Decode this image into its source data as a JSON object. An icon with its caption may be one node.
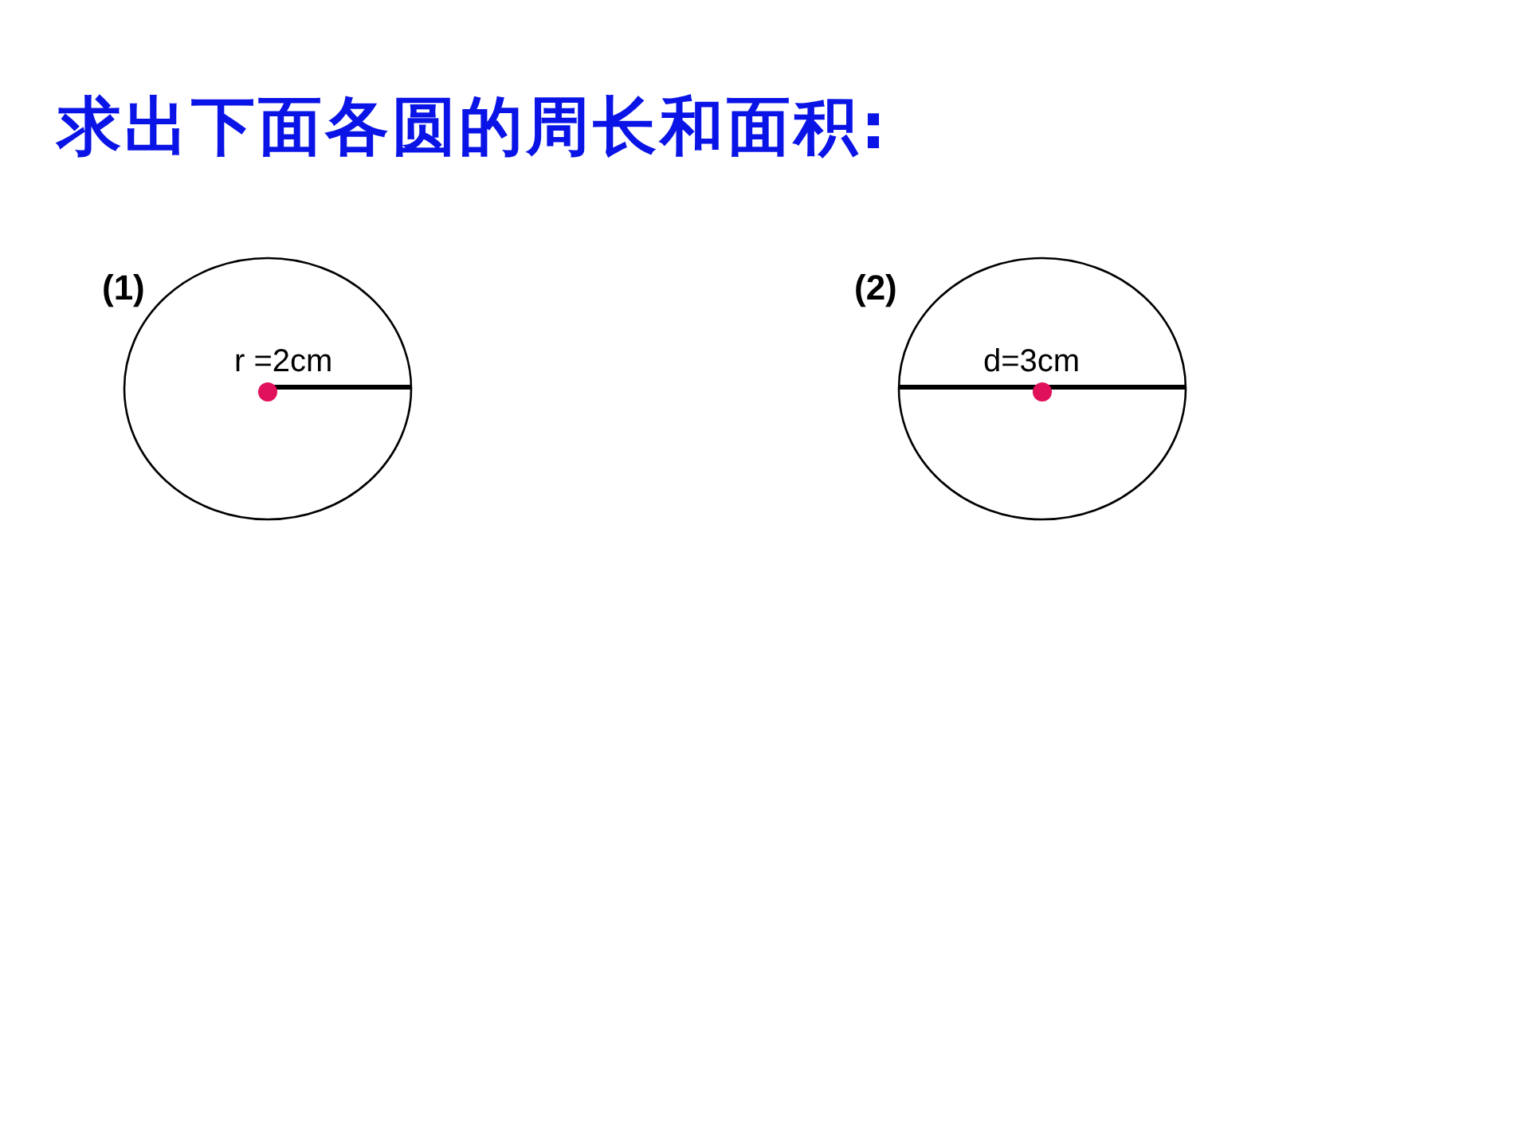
{
  "diagram": {
    "title": "求出下面各圆的周长和面积:",
    "nodes": [
      {
        "text": [
          "r =2cm"
        ],
        "beside": [
          "(1)"
        ]
      },
      {
        "text": [
          "d=3cm"
        ],
        "beside": [
          "(2)"
        ]
      }
    ]
  }
}
